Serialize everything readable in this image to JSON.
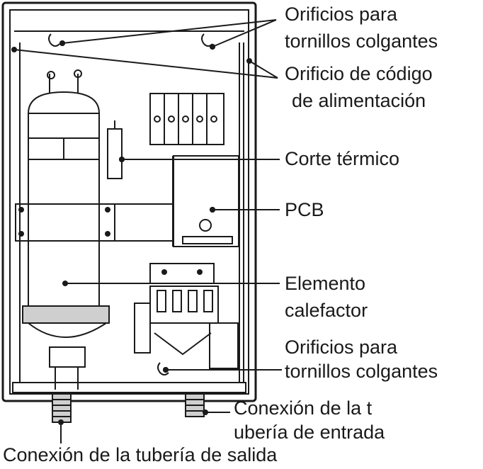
{
  "labels": {
    "hanging_holes_top": [
      "Orificios para",
      "tornillos colgantes"
    ],
    "power_cord_hole": [
      "Orificio de código",
      "de alimentación"
    ],
    "thermal_cutoff": "Corte térmico",
    "pcb": "PCB",
    "heating_element": [
      "Elemento",
      "calefactor"
    ],
    "hanging_holes_bottom": [
      "Orificios para",
      "tornillos colgantes"
    ],
    "inlet_connection": [
      "Conexión de la t",
      "ubería de entrada"
    ],
    "outlet_connection": "Conexión de la tubería de salida"
  },
  "colors": {
    "line": "#1a1a1a",
    "fill": "#ffffff",
    "shade": "#cfcfcf"
  }
}
